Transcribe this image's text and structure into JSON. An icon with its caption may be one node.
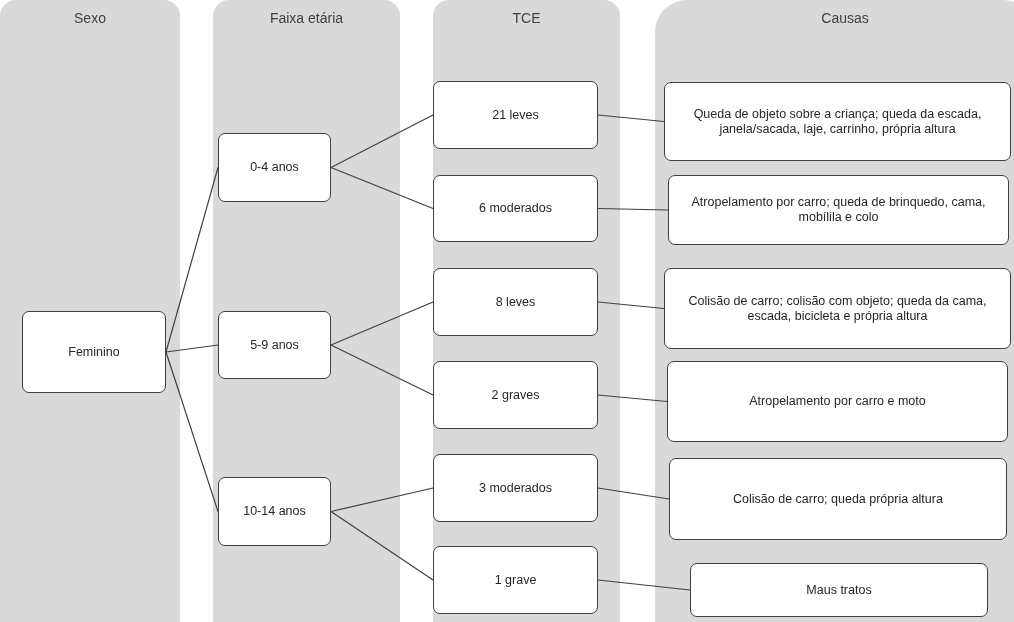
{
  "diagram": {
    "nodes": [
      {
        "text": [
          "Sexo"
        ]
      },
      {
        "text": [
          "Faixa etária"
        ]
      },
      {
        "text": [
          "TCE"
        ]
      },
      {
        "text": [
          "Causas"
        ]
      },
      {
        "text": [
          "Feminino"
        ],
        "in": 0
      },
      {
        "text": [
          "0-4 anos"
        ],
        "in": 1
      },
      {
        "text": [
          "5-9 anos"
        ],
        "in": 1
      },
      {
        "text": [
          "10-14 anos"
        ],
        "in": 1
      },
      {
        "text": [
          "21 leves"
        ],
        "in": 2
      },
      {
        "text": [
          "6 moderados"
        ],
        "in": 2
      },
      {
        "text": [
          "8 leves"
        ],
        "in": 2
      },
      {
        "text": [
          "2 graves"
        ],
        "in": 2
      },
      {
        "text": [
          "3 moderados"
        ],
        "in": 2
      },
      {
        "text": [
          "1 grave"
        ],
        "in": 2
      },
      {
        "text": [
          "Queda de objeto sobre a criança; queda da escada, janela/sacada, laje, carrinho, própria altura"
        ],
        "in": 3
      },
      {
        "text": [
          "Atropelamento por carro; queda de brinquedo, cama, mobílila e colo"
        ],
        "in": 3
      },
      {
        "text": [
          "Colisão de carro; colisão com objeto; queda da cama, escada, bicicleta e própria altura"
        ],
        "in": 3
      },
      {
        "text": [
          "Atropelamento por carro e moto"
        ],
        "in": 3
      },
      {
        "text": [
          "Colisão de carro; queda própria altura"
        ],
        "in": 3
      },
      {
        "text": [
          "Maus tratos"
        ],
        "in": 3
      }
    ],
    "edges": [
      {
        "from": 4,
        "to": 5,
        "arrow": "none"
      },
      {
        "from": 4,
        "to": 6,
        "arrow": "none"
      },
      {
        "from": 4,
        "to": 7,
        "arrow": "none"
      },
      {
        "from": 5,
        "to": 8,
        "arrow": "none"
      },
      {
        "from": 5,
        "to": 9,
        "arrow": "none"
      },
      {
        "from": 6,
        "to": 10,
        "arrow": "none"
      },
      {
        "from": 6,
        "to": 11,
        "arrow": "none"
      },
      {
        "from": 7,
        "to": 12,
        "arrow": "none"
      },
      {
        "from": 7,
        "to": 13,
        "arrow": "none"
      },
      {
        "from": 8,
        "to": 14,
        "arrow": "none"
      },
      {
        "from": 9,
        "to": 15,
        "arrow": "none"
      },
      {
        "from": 10,
        "to": 16,
        "arrow": "none"
      },
      {
        "from": 11,
        "to": 17,
        "arrow": "none"
      },
      {
        "from": 12,
        "to": 18,
        "arrow": "none"
      },
      {
        "from": 13,
        "to": 19,
        "arrow": "none"
      }
    ]
  }
}
